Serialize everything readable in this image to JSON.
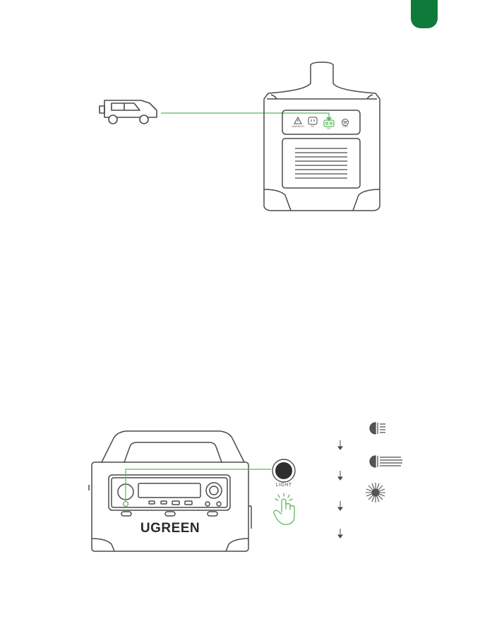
{
  "colors": {
    "accent": "#0f7a3a",
    "line_green": "#5cb85c",
    "outline": "#4a4a4a"
  },
  "figure_top": {
    "icons": [
      "car-icon",
      "warning-icon",
      "ac-outlet-icon",
      "dc-car-port-icon",
      "ground-icon"
    ],
    "port_labels": [
      "WARNING",
      "AC",
      "DC",
      "GND"
    ]
  },
  "figure_bottom": {
    "brand": "UGREEN",
    "button_label": "LIGHT",
    "light_modes": [
      "low-beam-light-icon",
      "high-beam-light-icon",
      "sos-flash-light-icon",
      "light-off"
    ]
  }
}
